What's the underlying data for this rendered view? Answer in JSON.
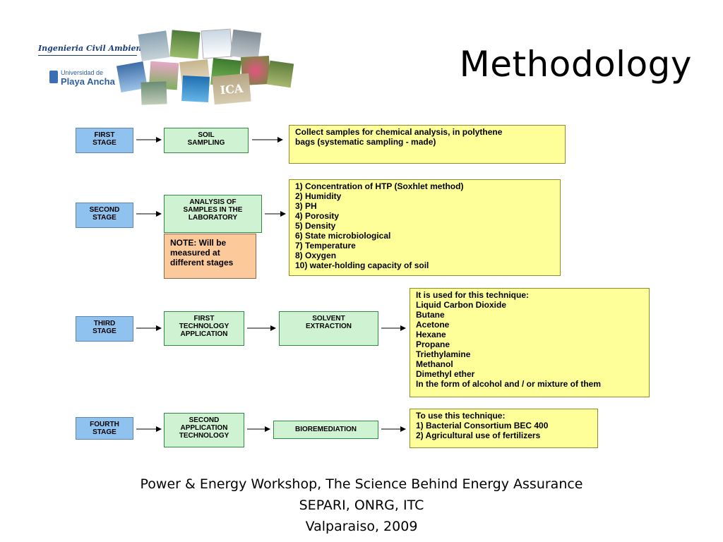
{
  "logo": {
    "line1": "Ingenieria Civil Ambiental",
    "line2": "Universidad de",
    "line3": "Playa Ancha",
    "tile_text": "ICA"
  },
  "title": "Methodology",
  "stages": {
    "first": {
      "stage": [
        "FIRST",
        "STAGE"
      ],
      "step1": [
        "SOIL",
        "SAMPLING"
      ],
      "info": [
        "Collect samples for chemical analysis, in polythene",
        "bags (systematic sampling - made)"
      ]
    },
    "second": {
      "stage": [
        "SECOND",
        "STAGE"
      ],
      "step1": [
        "ANALYSIS OF",
        "SAMPLES IN THE",
        "LABORATORY"
      ],
      "note": [
        "NOTE: Will be",
        "measured at",
        "different stages"
      ],
      "info": [
        "1) Concentration of HTP (Soxhlet method)",
        "2) Humidity",
        "3) PH",
        "4) Porosity",
        "5) Density",
        "6) State microbiological",
        "7) Temperature",
        "8) Oxygen",
        "10) water-holding capacity of soil"
      ]
    },
    "third": {
      "stage": [
        "THIRD",
        "STAGE"
      ],
      "step1": [
        "FIRST",
        "TECHNOLOGY",
        "APPLICATION"
      ],
      "step2": [
        "SOLVENT",
        "EXTRACTION"
      ],
      "info": [
        "It is used for this technique:",
        "Liquid Carbon Dioxide",
        "Butane",
        "Acetone",
        "Hexane",
        "Propane",
        "Triethylamine",
        "Methanol",
        "Dimethyl ether",
        "In the form of alcohol and / or mixture of them"
      ]
    },
    "fourth": {
      "stage": [
        "FOURTH",
        "STAGE"
      ],
      "step1": [
        "SECOND",
        "APPLICATION",
        "TECHNOLOGY"
      ],
      "step2": [
        "BIOREMEDIATION"
      ],
      "info": [
        "To use this technique:",
        "1) Bacterial Consortium BEC 400",
        "2) Agricultural use of fertilizers"
      ]
    }
  },
  "footer": {
    "line1": "Power & Energy Workshop, The Science Behind Energy Assurance",
    "line2": "SEPARI, ONRG, ITC",
    "line3": "Valparaiso, 2009"
  },
  "colors": {
    "stage_fill": "#8fc2ee",
    "step_fill": "#cff2d2",
    "info_fill": "#ffff99",
    "note_fill": "#fbc99a"
  }
}
